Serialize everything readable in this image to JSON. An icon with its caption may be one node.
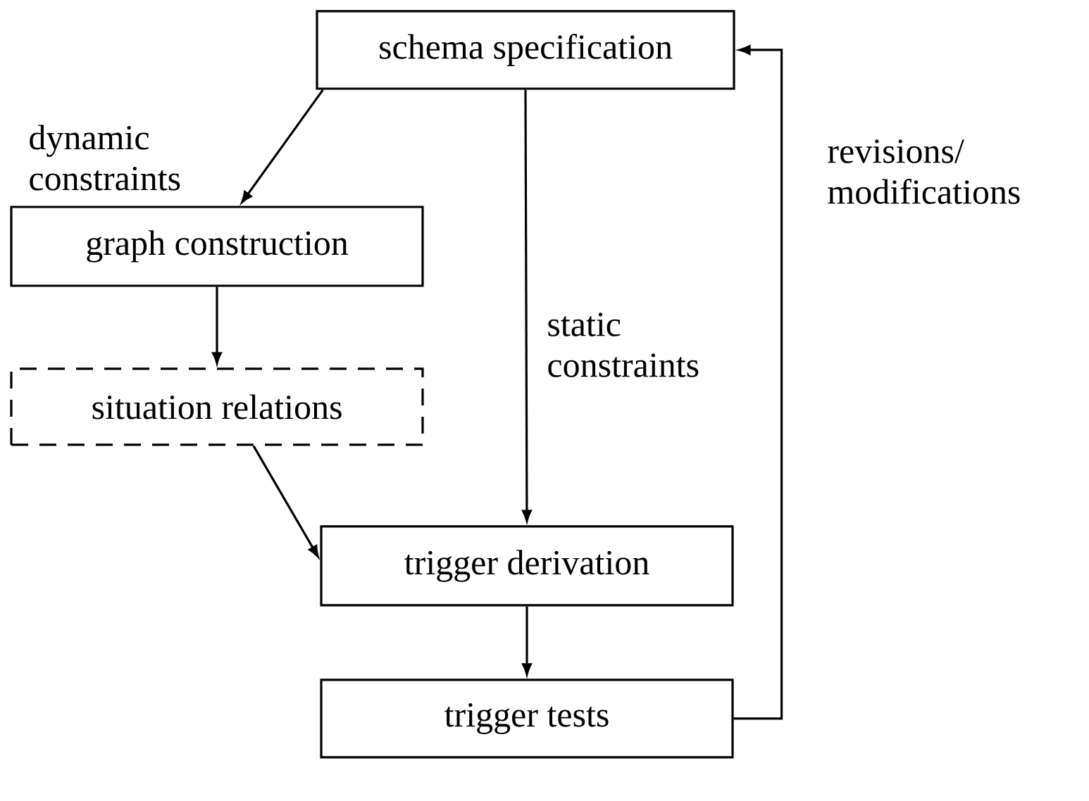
{
  "diagram": {
    "nodes": [
      {
        "text": [
          "schema specification"
        ]
      },
      {
        "text": [
          "graph construction"
        ]
      },
      {
        "text": [
          "situation relations"
        ]
      },
      {
        "text": [
          "trigger derivation"
        ]
      },
      {
        "text": [
          "trigger tests"
        ]
      }
    ],
    "edges": [
      {
        "from": 0,
        "to": 1,
        "arrow": "to",
        "label": "dynamic constraints"
      },
      {
        "from": 1,
        "to": 2,
        "arrow": "to"
      },
      {
        "from": 2,
        "to": 3,
        "arrow": "to"
      },
      {
        "from": 0,
        "to": 3,
        "arrow": "to",
        "label": "static constraints"
      },
      {
        "from": 3,
        "to": 4,
        "arrow": "to"
      },
      {
        "from": 4,
        "to": 0,
        "arrow": "to",
        "label": "revisions/ modifications"
      }
    ]
  }
}
